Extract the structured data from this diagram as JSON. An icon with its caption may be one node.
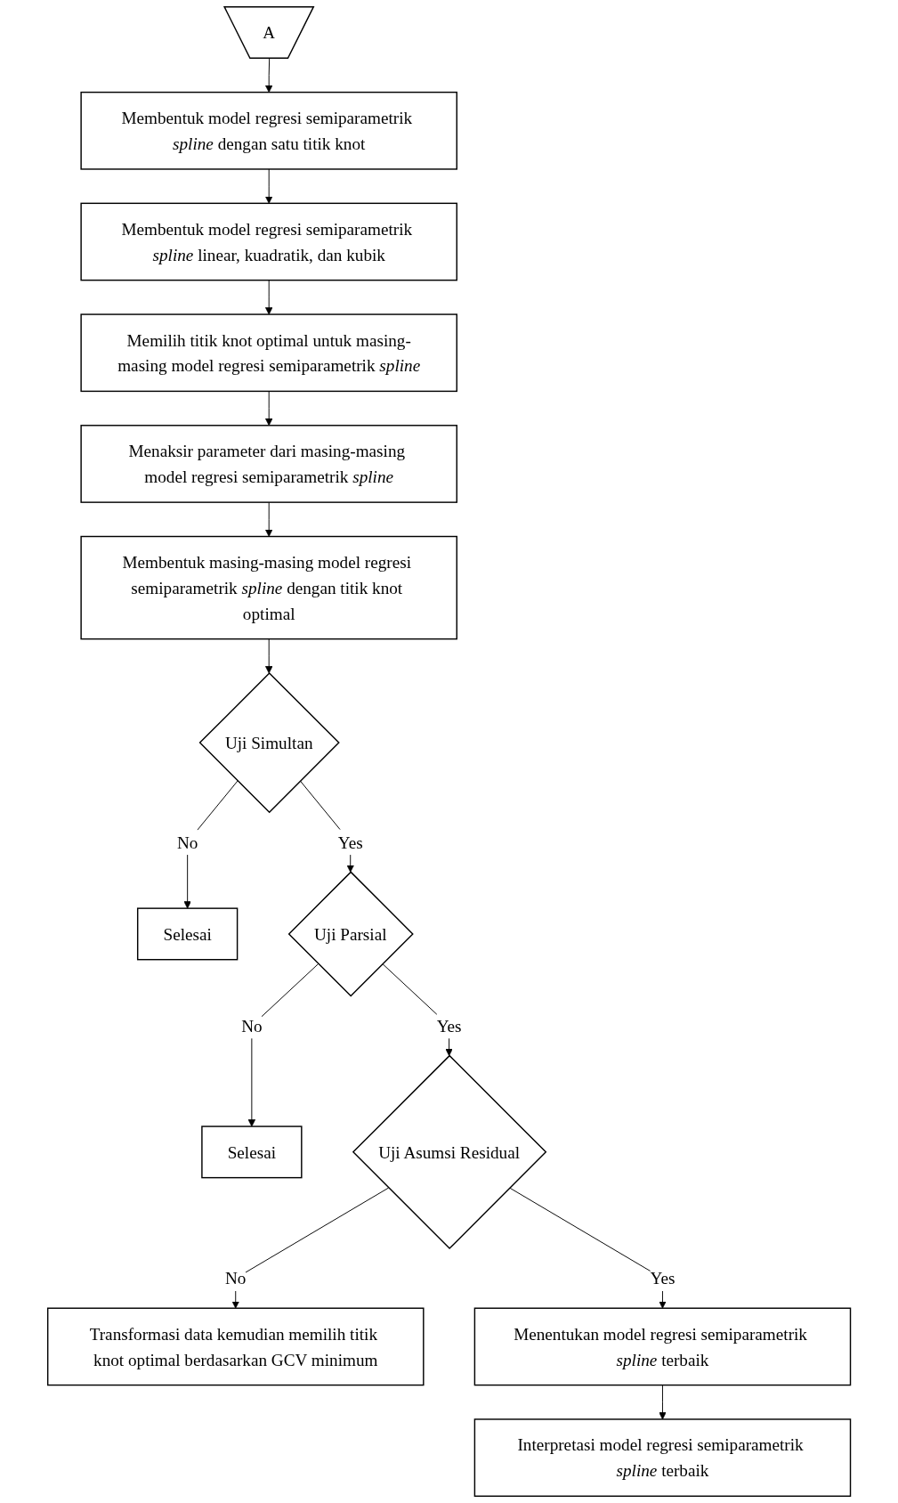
{
  "diagram": {
    "nodes": [
      {
        "text": [
          "A"
        ]
      },
      {
        "text": [
          "Membentuk model regresi semiparametrik *spline* dengan satu titik knot"
        ]
      },
      {
        "text": [
          "Membentuk model regresi semiparametrik *spline* linear, kuadratik, dan kubik"
        ]
      },
      {
        "text": [
          "Memilih titik knot optimal untuk masing-masing model regresi semiparametrik *spline*"
        ]
      },
      {
        "text": [
          "Menaksir parameter dari masing-masing model regresi semiparametrik *spline*"
        ]
      },
      {
        "text": [
          "Membentuk masing-masing model regresi semiparametrik *spline* dengan titik knot optimal"
        ]
      },
      {
        "text": [
          "Uji Simultan"
        ]
      },
      {
        "text": [
          "Selesai"
        ]
      },
      {
        "text": [
          "Uji Parsial"
        ]
      },
      {
        "text": [
          "Selesai"
        ]
      },
      {
        "text": [
          "Uji Asumsi Residual"
        ]
      },
      {
        "text": [
          "Transformasi data kemudian memilih titik knot optimal berdasarkan GCV minimum"
        ]
      },
      {
        "text": [
          "Menentukan model regresi semiparametrik *spline* terbaik"
        ]
      },
      {
        "text": [
          "Interpretasi model regresi semiparametrik *spline* terbaik"
        ]
      }
    ],
    "edges": [
      {
        "from": 0,
        "to": 1,
        "arrow": "to"
      },
      {
        "from": 1,
        "to": 2,
        "arrow": "to"
      },
      {
        "from": 2,
        "to": 3,
        "arrow": "to"
      },
      {
        "from": 3,
        "to": 4,
        "arrow": "to"
      },
      {
        "from": 4,
        "to": 5,
        "arrow": "to"
      },
      {
        "from": 5,
        "to": 6,
        "arrow": "to"
      },
      {
        "from": 6,
        "to": 7,
        "label": "No",
        "arrow": "to"
      },
      {
        "from": 6,
        "to": 8,
        "label": "Yes",
        "arrow": "to"
      },
      {
        "from": 8,
        "to": 9,
        "label": "No",
        "arrow": "to"
      },
      {
        "from": 8,
        "to": 10,
        "label": "Yes",
        "arrow": "to"
      },
      {
        "from": 10,
        "to": 11,
        "label": "No",
        "arrow": "to"
      },
      {
        "from": 10,
        "to": 12,
        "label": "Yes",
        "arrow": "to"
      },
      {
        "from": 12,
        "to": 13,
        "arrow": "to"
      }
    ]
  }
}
